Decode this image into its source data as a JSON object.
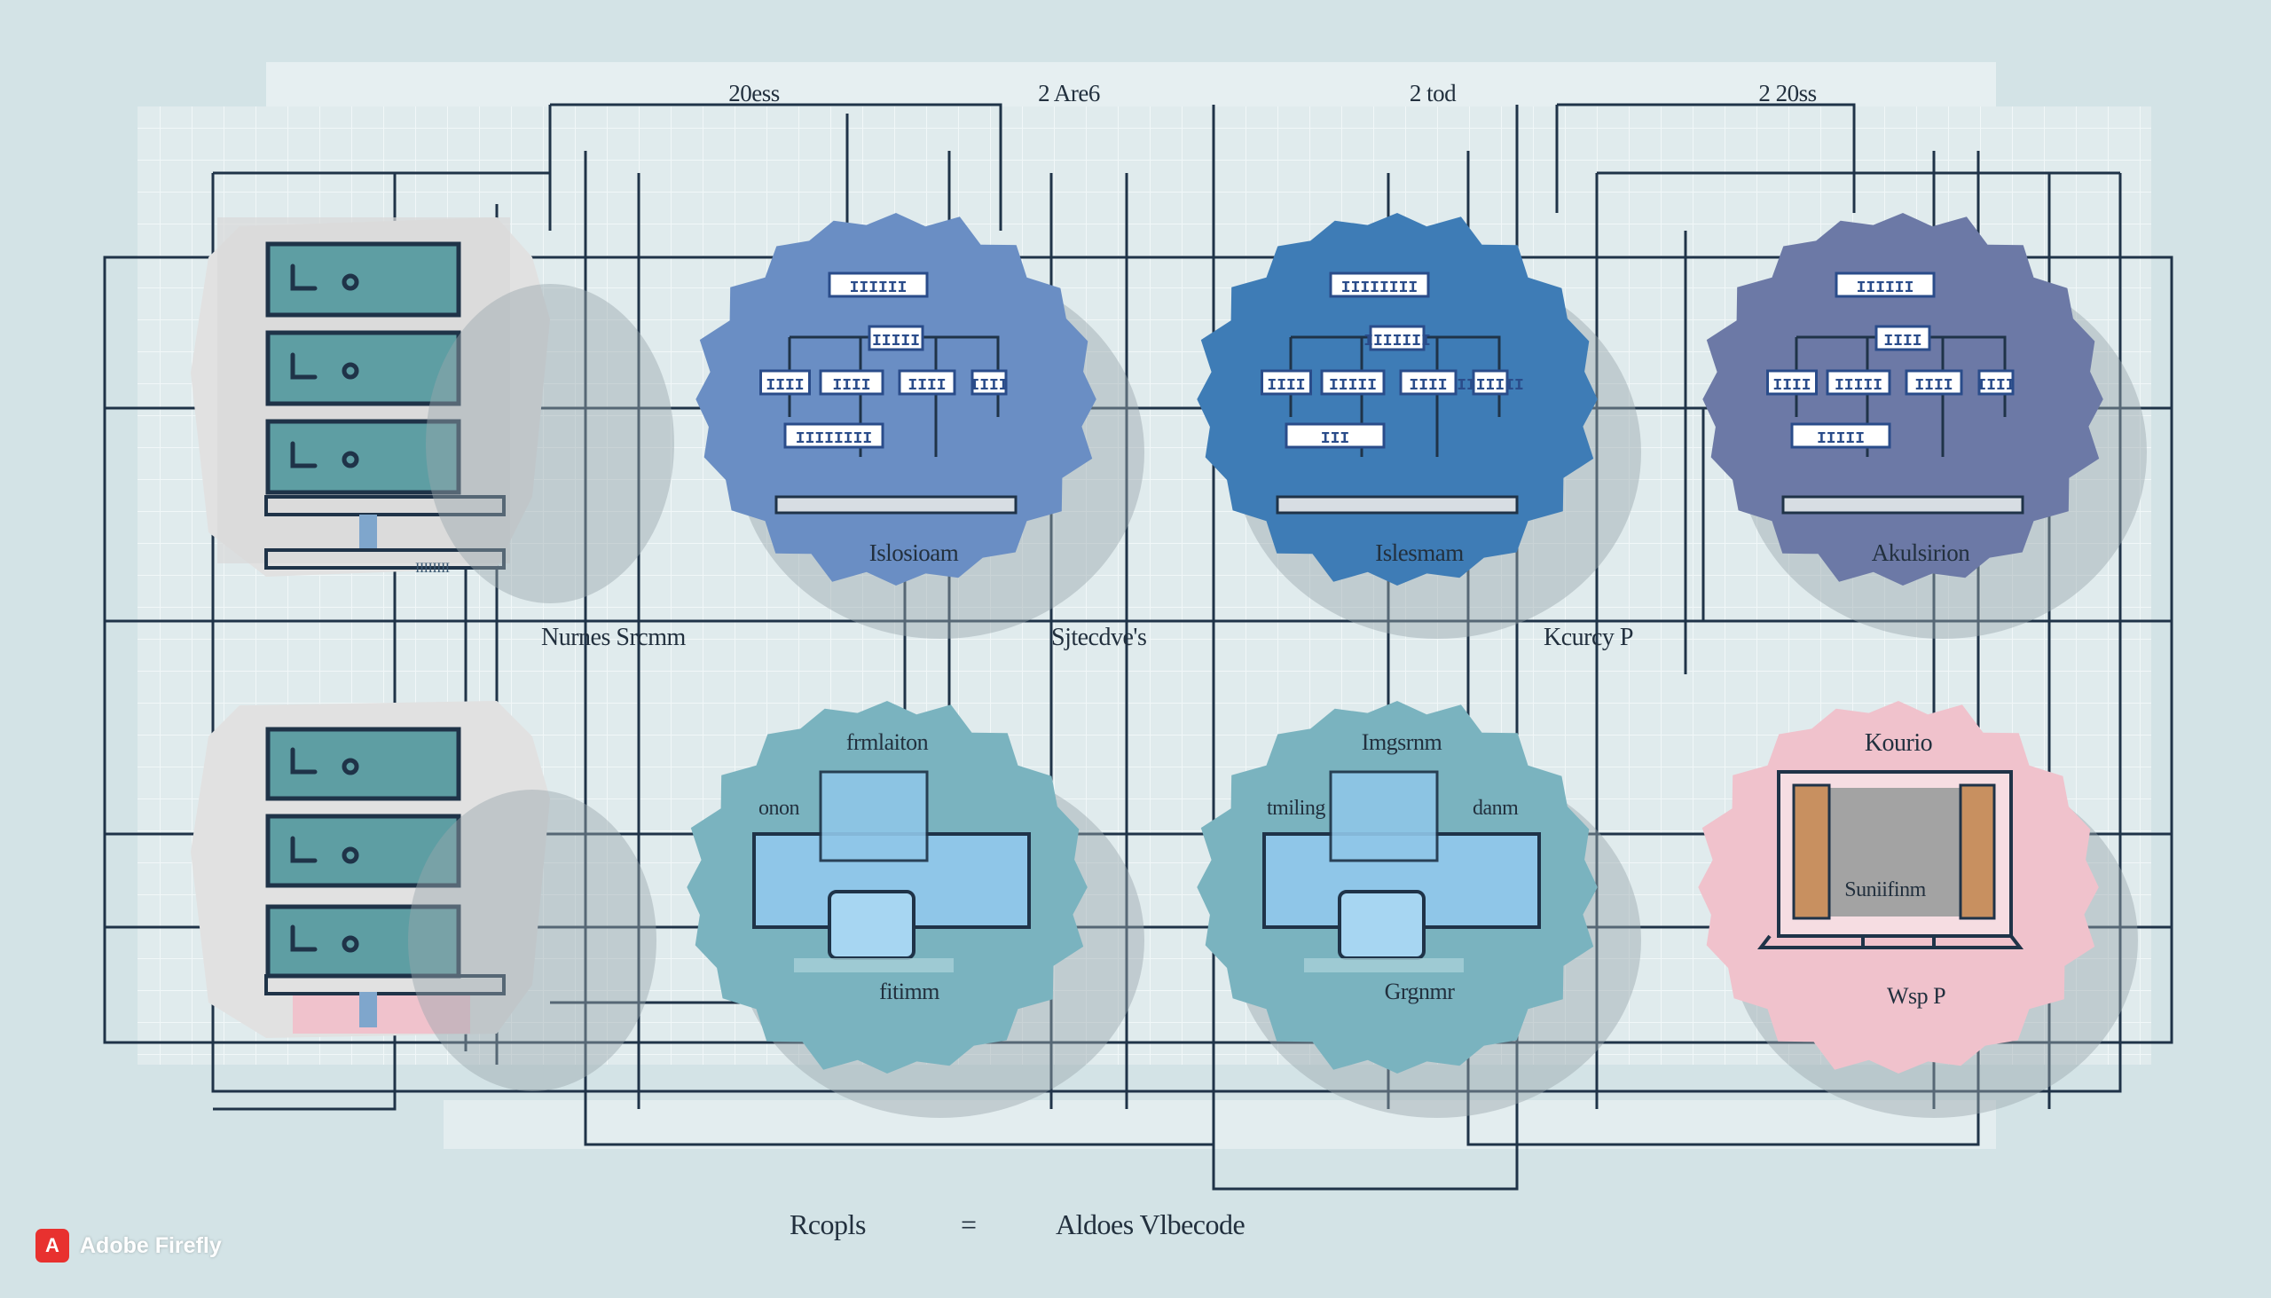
{
  "top_labels": [
    "20ess",
    "2 Are6",
    "2 tod",
    "2 20ss"
  ],
  "middle_labels": [
    "Nurnes Srcmm",
    "Sjtecdve's",
    "Kcurcy P"
  ],
  "server_units": [
    {
      "caption": "IIIIIIII"
    },
    {
      "caption": ""
    }
  ],
  "cloud_nodes": [
    {
      "caption": "Islosioam",
      "color": "#6a8ec4",
      "chip_labels": [
        "IIIIII",
        "IIIII",
        "IIII",
        "IIII",
        "IIII",
        "IIII",
        "IIIIIIII"
      ]
    },
    {
      "caption": "Islesmam",
      "color": "#3e7cb6",
      "chip_labels": [
        "IIIIIIII",
        "IIIIIII",
        "IIII",
        "IIIII",
        "IIII",
        "IIIIIII",
        "III"
      ]
    },
    {
      "caption": "Akulsirion",
      "color": "#6c79a6",
      "chip_labels": [
        "IIIIII",
        "IIII",
        "IIII",
        "IIIII",
        "IIII",
        "IIII",
        "IIIII"
      ]
    },
    {
      "caption": "fitimm",
      "color": "#7ab3bf",
      "header": "frmlaiton",
      "side_labels": [
        "onon",
        ""
      ]
    },
    {
      "caption": "Grgnmr",
      "color": "#7ab3bf",
      "header": "Imgsrnm",
      "side_labels": [
        "tmiling",
        "danm"
      ]
    },
    {
      "caption": "Wsp P",
      "color": "#f0c2cc",
      "header": "Kourio",
      "screen_label": "Suniifinm"
    }
  ],
  "footer": {
    "left": "Rcopls",
    "equals": "=",
    "right": "Aldoes Vlbecode"
  },
  "watermark": {
    "brand": "Adobe Firefly",
    "icon": "adobe-logo-icon",
    "color": "#e8312f"
  },
  "colors": {
    "background": "#d3e3e6",
    "line": "#1f3348",
    "server": "#5e9ea3",
    "grid": "#ffffff"
  }
}
